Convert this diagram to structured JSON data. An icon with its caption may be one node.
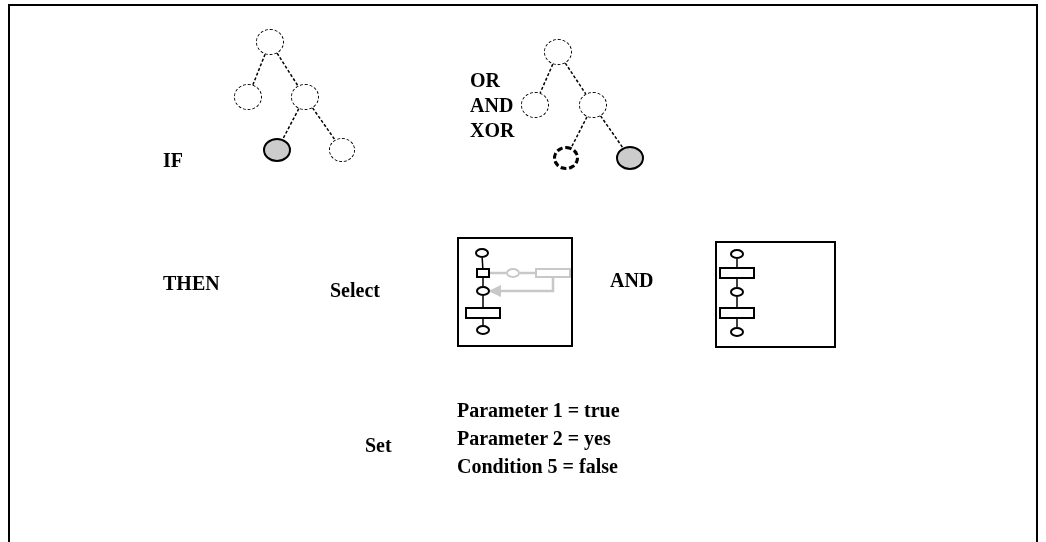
{
  "diagram": {
    "nodes": [
      {
        "text": [],
        "shape": "circle"
      },
      {
        "text": [],
        "shape": "circle"
      },
      {
        "text": [],
        "shape": "circle"
      },
      {
        "text": [],
        "shape": "circle"
      },
      {
        "text": [],
        "shape": "circle"
      },
      {
        "text": [],
        "shape": "circle"
      },
      {
        "text": [],
        "shape": "circle"
      },
      {
        "text": [],
        "shape": "circle"
      },
      {
        "text": [],
        "shape": "circle"
      },
      {
        "text": [],
        "shape": "circle"
      },
      {
        "text": [],
        "shape": "box"
      },
      {
        "text": [],
        "shape": "circle",
        "in": 10
      },
      {
        "text": [],
        "shape": "box",
        "in": 10
      },
      {
        "text": [],
        "shape": "circle",
        "in": 10
      },
      {
        "text": [],
        "shape": "box",
        "in": 10
      },
      {
        "text": [],
        "shape": "circle",
        "in": 10
      },
      {
        "text": [],
        "shape": "box",
        "in": 10
      },
      {
        "text": [],
        "shape": "circle",
        "in": 10
      },
      {
        "text": [],
        "shape": "box"
      },
      {
        "text": [],
        "shape": "circle",
        "in": 18
      },
      {
        "text": [],
        "shape": "box",
        "in": 18
      },
      {
        "text": [],
        "shape": "circle",
        "in": 18
      },
      {
        "text": [],
        "shape": "box",
        "in": 18
      },
      {
        "text": [],
        "shape": "circle",
        "in": 18
      }
    ],
    "edges": [
      {
        "from": 0,
        "to": 1,
        "arrow": "none",
        "style": "dashed"
      },
      {
        "from": 0,
        "to": 2,
        "arrow": "none",
        "style": "dashed"
      },
      {
        "from": 2,
        "to": 3,
        "arrow": "none",
        "style": "dashed"
      },
      {
        "from": 2,
        "to": 4,
        "arrow": "none",
        "style": "dashed"
      },
      {
        "from": 5,
        "to": 6,
        "arrow": "none",
        "style": "dashed"
      },
      {
        "from": 5,
        "to": 7,
        "arrow": "none",
        "style": "dashed"
      },
      {
        "from": 7,
        "to": 8,
        "arrow": "none",
        "style": "dashed"
      },
      {
        "from": 7,
        "to": 9,
        "arrow": "none",
        "style": "dashed"
      },
      {
        "from": 11,
        "to": 12,
        "arrow": "none"
      },
      {
        "from": 12,
        "to": 15,
        "arrow": "none"
      },
      {
        "from": 15,
        "to": 16,
        "arrow": "none"
      },
      {
        "from": 16,
        "to": 17,
        "arrow": "none"
      },
      {
        "from": 12,
        "to": 13,
        "arrow": "none",
        "color": "#c8c8c8"
      },
      {
        "from": 13,
        "to": 14,
        "arrow": "none",
        "color": "#c8c8c8"
      },
      {
        "from": 14,
        "to": 15,
        "arrow": "to",
        "color": "#c8c8c8"
      },
      {
        "from": 19,
        "to": 20,
        "arrow": "none"
      },
      {
        "from": 20,
        "to": 21,
        "arrow": "none"
      },
      {
        "from": 21,
        "to": 22,
        "arrow": "none"
      },
      {
        "from": 22,
        "to": 23,
        "arrow": "none"
      }
    ],
    "labels": [
      "IF",
      "OR",
      "AND",
      "XOR",
      "THEN",
      "Select",
      "AND",
      "Set",
      "Parameter 1 = true",
      "Parameter 2 = yes",
      "Condition 5 = false"
    ]
  }
}
